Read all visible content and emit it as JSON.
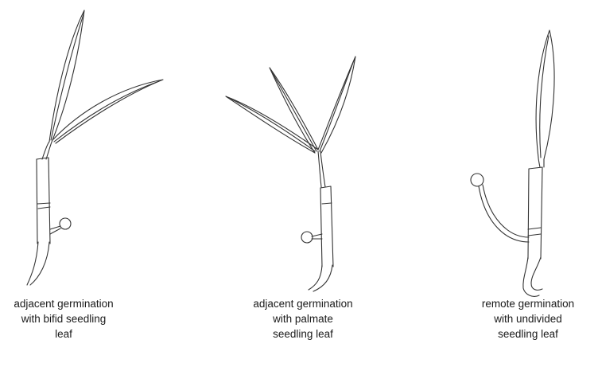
{
  "figure": {
    "panels": [
      {
        "id": "bifid",
        "caption_lines": [
          "adjacent germination",
          "with bifid seedling",
          "leaf"
        ]
      },
      {
        "id": "palmate",
        "caption_lines": [
          "adjacent germination",
          "with palmate",
          "seedling leaf"
        ]
      },
      {
        "id": "undivided",
        "caption_lines": [
          "remote germination",
          "with undivided",
          "seedling leaf"
        ]
      }
    ],
    "colors": {
      "line": "#333333",
      "text": "#1a1a1a"
    }
  }
}
